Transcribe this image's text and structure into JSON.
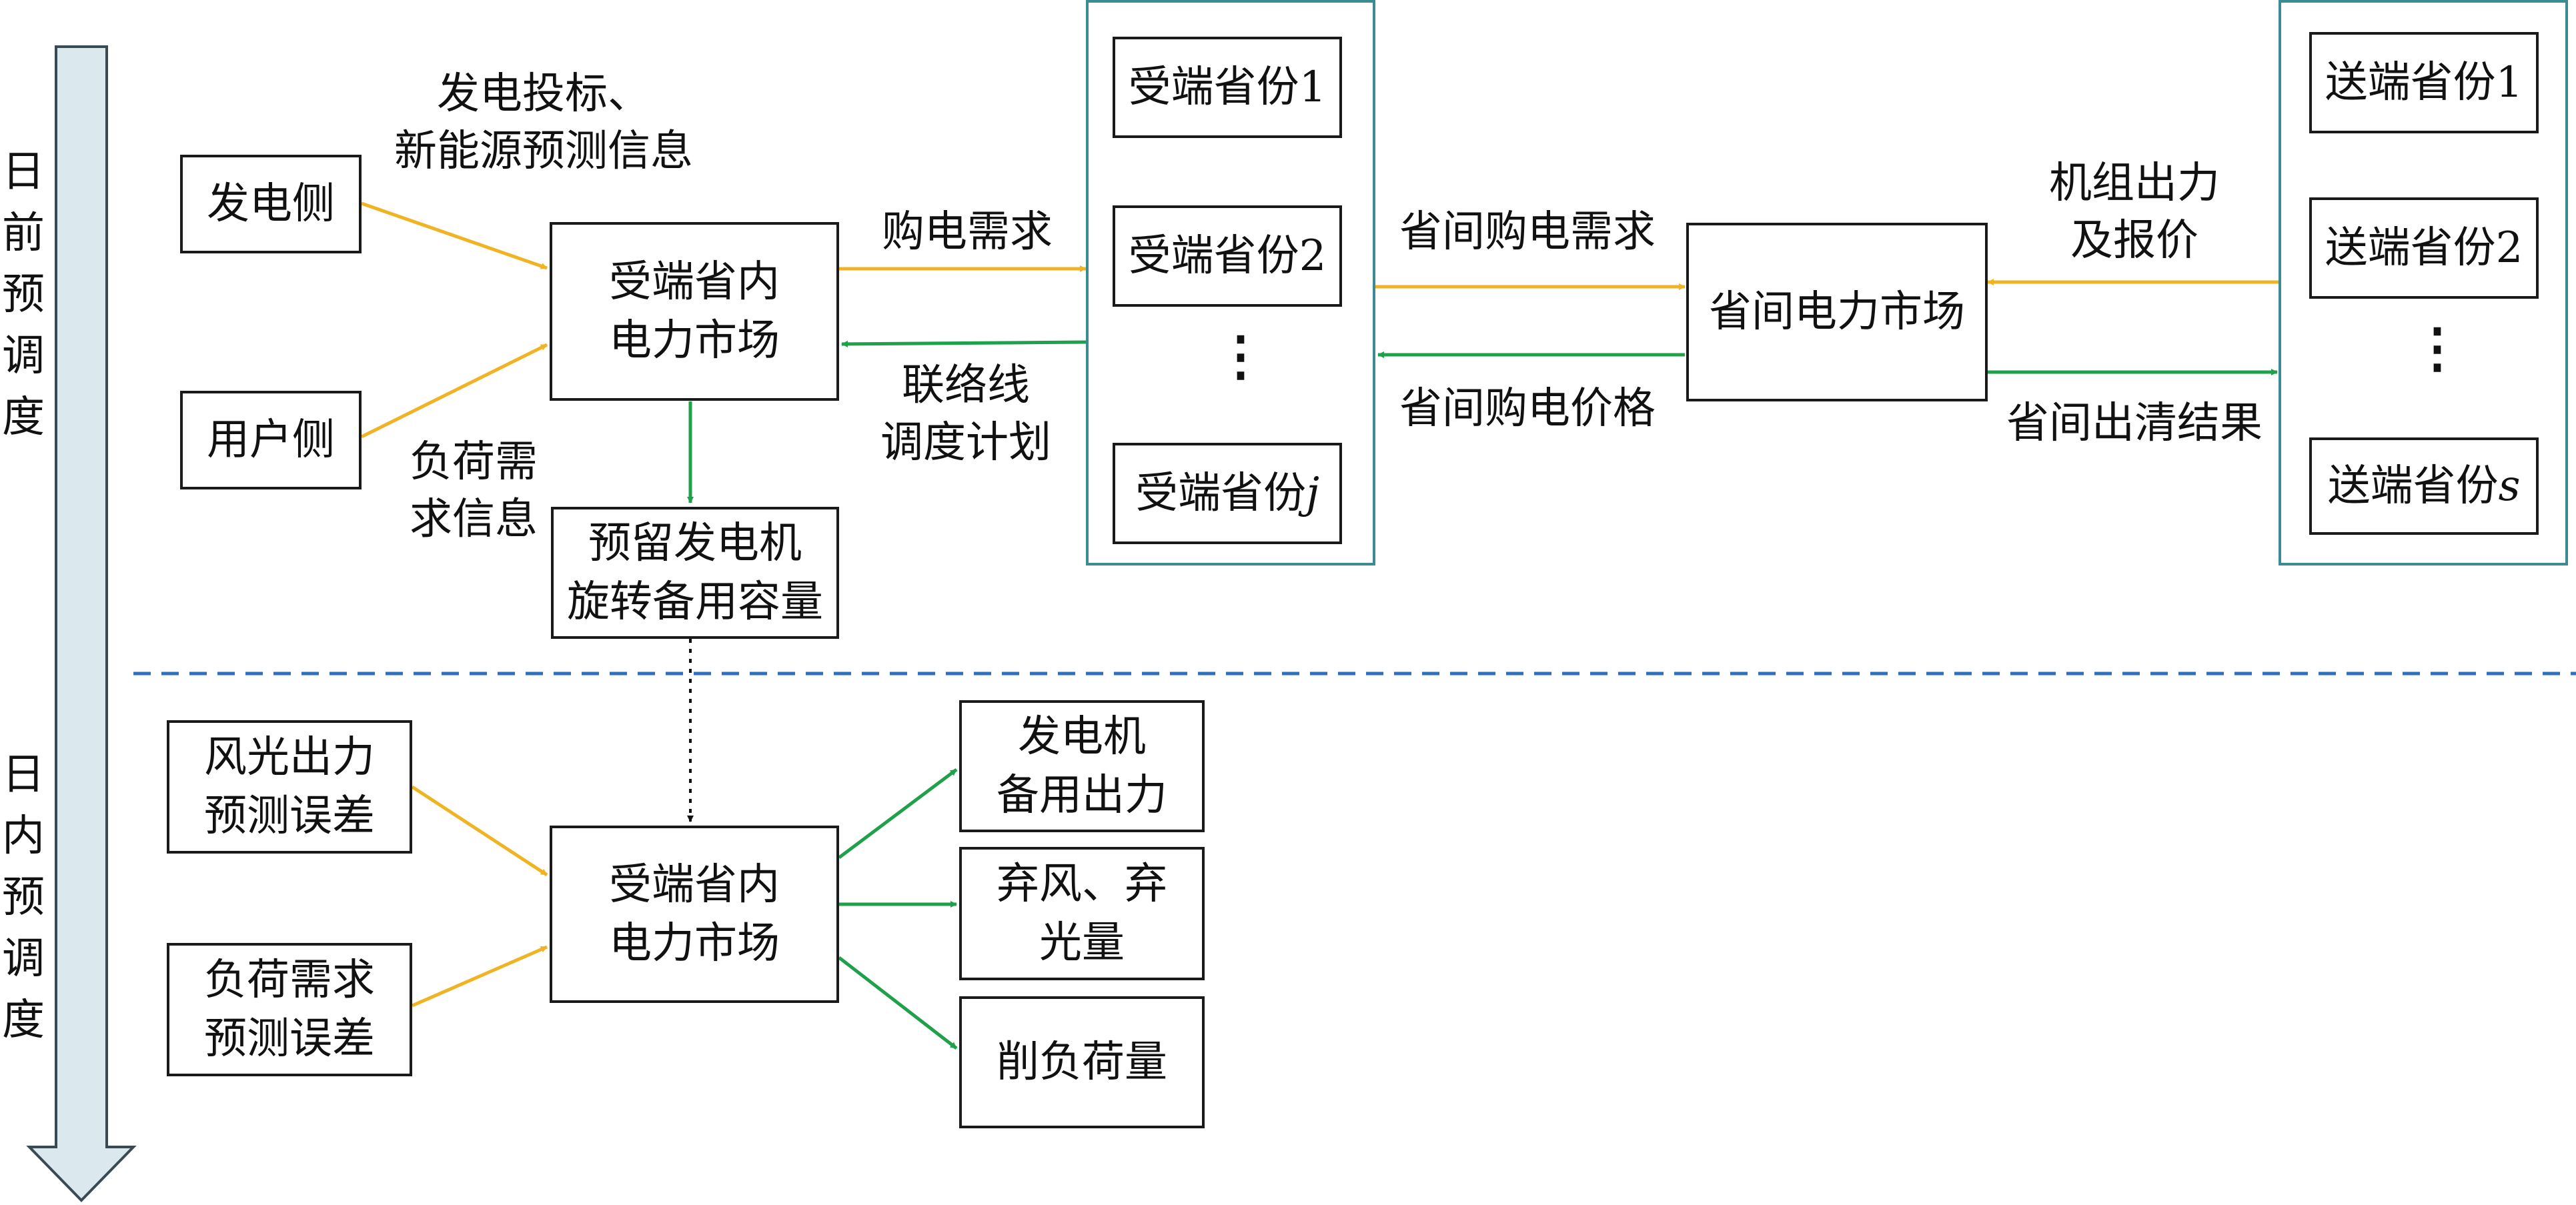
{
  "timeline": {
    "day_ahead": [
      "日",
      "前",
      "预",
      "调",
      "度"
    ],
    "intraday": [
      "日",
      "内",
      "预",
      "调",
      "度"
    ]
  },
  "day_ahead": {
    "gen_side": "发电侧",
    "user_side": "用户侧",
    "gen_bid_label": [
      "发电投标、",
      "新能源预测信息"
    ],
    "load_demand_label": [
      "负荷需",
      "求信息"
    ],
    "receiving_market": [
      "受端省内",
      "电力市场"
    ],
    "reserve": [
      "预留发电机",
      "旋转备用容量"
    ],
    "purchase_demand": "购电需求",
    "tie_line_plan": [
      "联络线",
      "调度计划"
    ],
    "receiving_provinces": [
      "受端省份1",
      "受端省份2",
      "受端省份"
    ],
    "receiving_last_var": "j",
    "inter_purchase_demand": "省间购电需求",
    "inter_purchase_price": "省间购电价格",
    "inter_market": "省间电力市场",
    "unit_output_quote": [
      "机组出力",
      "及报价"
    ],
    "inter_clearing": "省间出清结果",
    "sending_provinces": [
      "送端省份1",
      "送端省份2",
      "送端省份"
    ],
    "sending_last_var": "s",
    "ellipsis": "⋮"
  },
  "intraday": {
    "wind_solar_error": [
      "风光出力",
      "预测误差"
    ],
    "load_error": [
      "负荷需求",
      "预测误差"
    ],
    "receiving_market": [
      "受端省内",
      "电力市场"
    ],
    "gen_reserve_output": [
      "发电机",
      "备用出力"
    ],
    "curtailment": [
      "弃风、弃",
      "光量"
    ],
    "load_shedding": "削负荷量"
  },
  "colors": {
    "orange_arrow": "#f0b323",
    "green_arrow": "#1fa04a",
    "dashed_divider": "#2e6fc0",
    "group_border": "#3b8c92",
    "timeline_fill": "#dbe9ef"
  }
}
